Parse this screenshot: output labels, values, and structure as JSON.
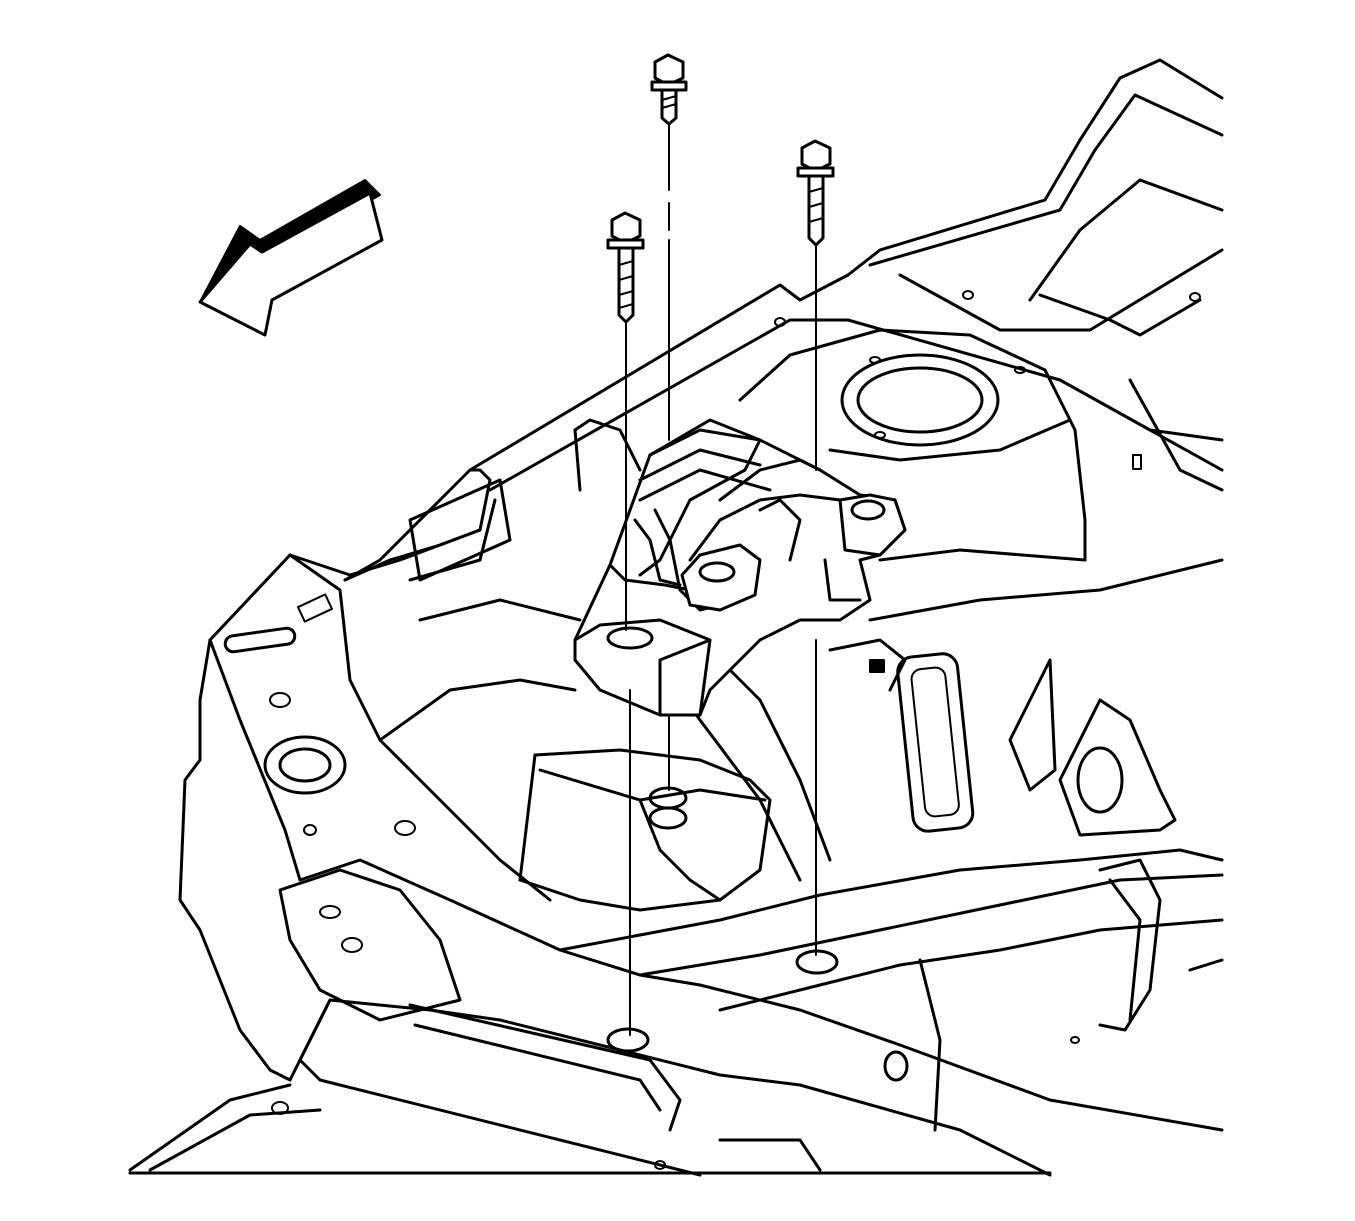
{
  "figure": {
    "background": "#ffffff",
    "line_color": "#000000",
    "parts": {
      "direction_arrow": "front-direction-arrow",
      "mount": "transmission-mount",
      "bolts": [
        "mount-bolt-left",
        "mount-bolt-center",
        "mount-bolt-right"
      ],
      "structure": "body-frame-rail"
    }
  }
}
